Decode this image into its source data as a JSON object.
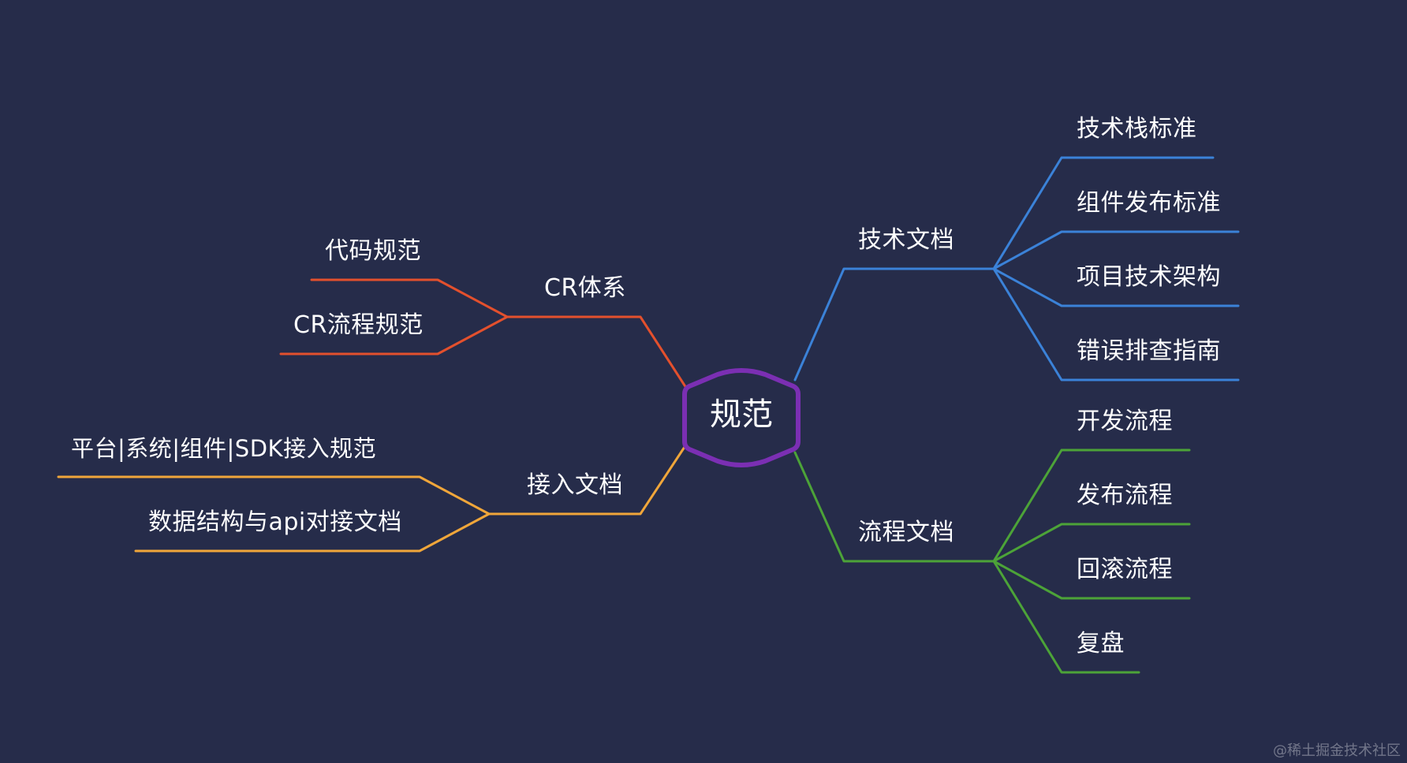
{
  "colors": {
    "background": "#262c4a",
    "center": "#7b2fb3",
    "cr": "#e3502d",
    "access": "#f0a63a",
    "tech": "#3b82d8",
    "flow": "#4ca338"
  },
  "center": {
    "label": "规范"
  },
  "branches": {
    "cr": {
      "label": "CR体系",
      "children": [
        "代码规范",
        "CR流程规范"
      ]
    },
    "access": {
      "label": "接入文档",
      "children": [
        "平台|系统|组件|SDK接入规范",
        "数据结构与api对接文档"
      ]
    },
    "tech": {
      "label": "技术文档",
      "children": [
        "技术栈标准",
        "组件发布标准",
        "项目技术架构",
        "错误排查指南"
      ]
    },
    "flow": {
      "label": "流程文档",
      "children": [
        "开发流程",
        "发布流程",
        "回滚流程",
        "复盘"
      ]
    }
  },
  "watermark": "@稀土掘金技术社区"
}
